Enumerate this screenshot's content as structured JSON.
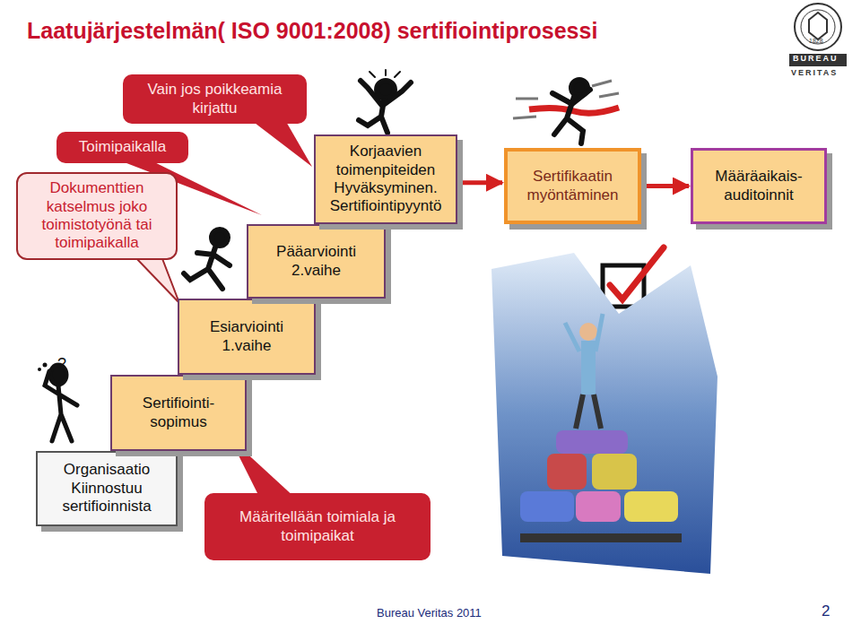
{
  "diagram": {
    "title": "Laatujärjestelmän( ISO 9001:2008) sertifiointiprosessi",
    "nodes": [
      {
        "text": [
          "Organisaatio Kiinnostuu sertifioinnista"
        ]
      },
      {
        "text": [
          "Sertifiointi- sopimus"
        ]
      },
      {
        "text": [
          "Esiarviointi 1.vaihe"
        ]
      },
      {
        "text": [
          "Pääarviointi 2.vaihe"
        ]
      },
      {
        "text": [
          "Korjaavien toimenpiteiden Hyväksyminen. Sertifiointipyyntö"
        ]
      },
      {
        "text": [
          "Sertifikaatin myöntäminen"
        ]
      },
      {
        "text": [
          "Määräaikais- auditoinnit"
        ]
      },
      {
        "text": [
          "Vain jos poikkeamia kirjattu"
        ]
      },
      {
        "text": [
          "Toimipaikalla"
        ]
      },
      {
        "text": [
          "Dokumenttien katselmus joko toimistotyönä tai toimipaikalla"
        ]
      },
      {
        "text": [
          "Määritellään toimiala ja toimipaikat"
        ]
      }
    ],
    "edges": [
      {
        "from": 4,
        "to": 5,
        "arrow": "to"
      },
      {
        "from": 5,
        "to": 6,
        "arrow": "to"
      }
    ],
    "labels": [
      "?",
      "BUREAU",
      "VERITAS",
      "1828",
      "Bureau Veritas 2011",
      "2"
    ]
  }
}
